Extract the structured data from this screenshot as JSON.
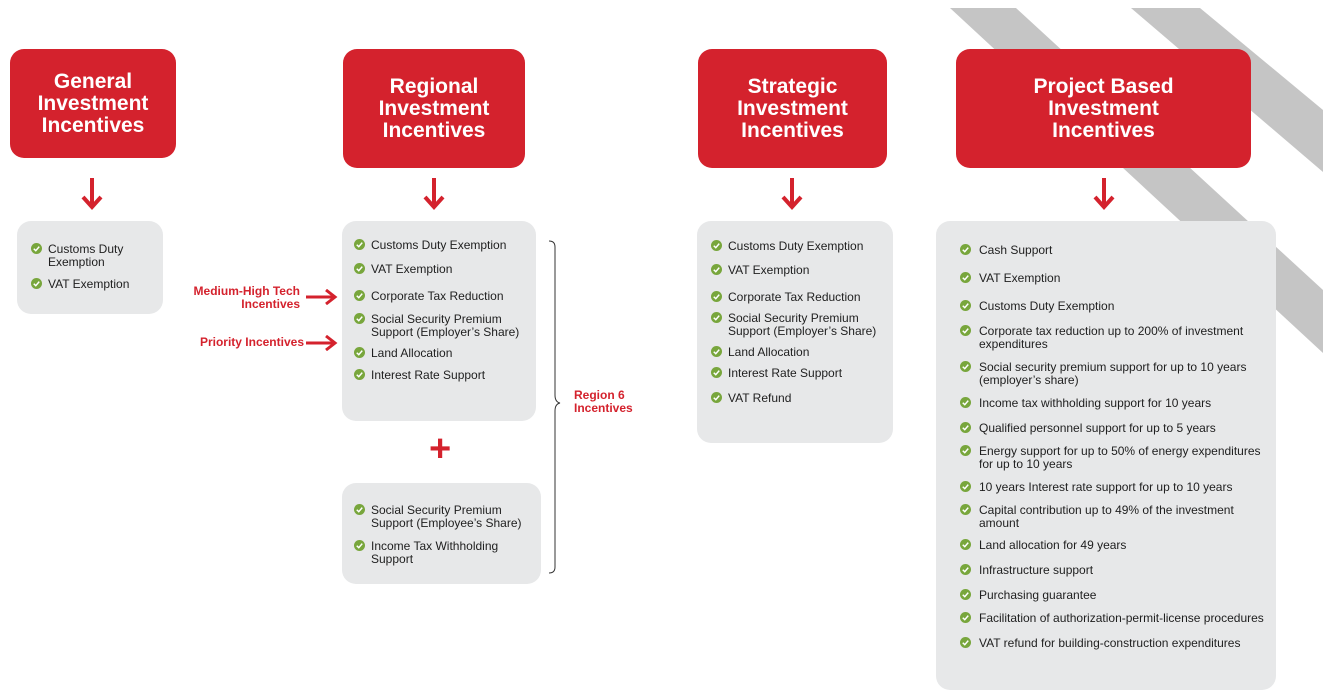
{
  "headers": {
    "general": "General\nInvestment\nIncentives",
    "regional": "Regional\nInvestment\nIncentives",
    "strategic": "Strategic\nInvestment\nIncentives",
    "project": "Project Based\nInvestment\nIncentives"
  },
  "general_list": [
    "Customs Duty Exemption",
    "VAT Exemption"
  ],
  "regional_list": [
    "Customs Duty Exemption",
    "VAT Exemption",
    "Corporate Tax Reduction",
    "Social Security Premium Support (Employer’s Share)",
    "Land Allocation",
    "Interest Rate Support"
  ],
  "regional_extra_list": [
    "Social Security Premium Support (Employee’s Share)",
    "Income Tax Withholding Support"
  ],
  "strategic_list": [
    "Customs Duty Exemption",
    "VAT Exemption",
    "Corporate Tax Reduction",
    "Social Security Premium Support (Employer’s Share)",
    "Land Allocation",
    "Interest Rate Support",
    "VAT Refund"
  ],
  "project_list": [
    "Cash Support",
    "VAT Exemption",
    "Customs Duty Exemption",
    "Corporate tax reduction up to 200% of investment expenditures",
    "Social security premium support for up to 10 years (employer’s share)",
    "Income tax withholding support for 10 years",
    "Qualified personnel support for up to 5 years",
    "Energy support for up to 50% of energy expenditures for up to 10 years",
    "10 years Interest rate support for up to 10 years",
    "Capital contribution up to 49% of the investment amount",
    "Land allocation for 49 years",
    "Infrastructure support",
    "Purchasing guarantee",
    "Facilitation of authorization-permit-license procedures",
    "VAT refund for building-construction expenditures"
  ],
  "labels": {
    "medium_high_tech": "Medium-High Tech\nIncentives",
    "priority": "Priority Incentives",
    "region6": "Region 6\nIncentives",
    "plus": "+"
  },
  "colors": {
    "brand_red": "#d4222d",
    "box_gray": "#e7e8e9",
    "check_green": "#78a63c",
    "deco_gray": "#c5c5c5"
  }
}
